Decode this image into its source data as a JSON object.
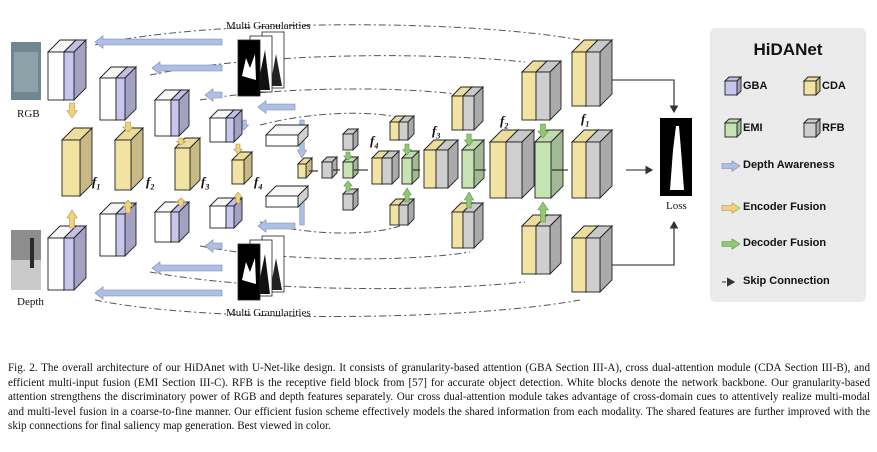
{
  "figure": {
    "mg_label_top": "Multi Granularities",
    "mg_label_bottom": "Multi Granularities",
    "rgb_label": "RGB",
    "depth_label": "Depth",
    "loss_label": "Loss",
    "f_labels": [
      {
        "base": "f",
        "sub": "1"
      },
      {
        "base": "f",
        "sub": "2"
      },
      {
        "base": "f",
        "sub": "3"
      },
      {
        "base": "f",
        "sub": "4"
      },
      {
        "base": "f",
        "sub": "4"
      },
      {
        "base": "f",
        "sub": "3"
      },
      {
        "base": "f",
        "sub": "2"
      },
      {
        "base": "f",
        "sub": "1"
      }
    ]
  },
  "legend": {
    "title": "HiDANet",
    "items": [
      {
        "label": "GBA",
        "kind": "block",
        "color": "#c8c6ee"
      },
      {
        "label": "CDA",
        "kind": "block",
        "color": "#f3e3a2"
      },
      {
        "label": "EMI",
        "kind": "block",
        "color": "#c5e3b3"
      },
      {
        "label": "RFB",
        "kind": "block",
        "color": "#cfcfcf"
      },
      {
        "label": "Depth Awareness",
        "kind": "arrow",
        "color": "#aebfe6"
      },
      {
        "label": "Encoder Fusion",
        "kind": "arrow",
        "color": "#f2d27a"
      },
      {
        "label": "Decoder Fusion",
        "kind": "arrow",
        "color": "#8fca6f"
      },
      {
        "label": "Skip Connection",
        "kind": "dash",
        "color": "#555555"
      }
    ]
  },
  "caption": "Fig. 2.  The overall architecture of our HiDAnet with U-Net-like design. It consists of granularity-based attention (GBA Section III-A), cross dual-attention module (CDA Section III-B), and efficient multi-input fusion (EMI Section III-C). RFB is the receptive field block from [57] for accurate object detection. White blocks denote the network backbone. Our granularity-based attention strengthens the discriminatory power of RGB and depth features separately. Our cross dual-attention module takes advantage of cross-domain cues to attentively realize multi-modal and multi-level fusion in a coarse-to-fine manner. Our efficient fusion scheme effectively models the shared information from each modality. The shared features are further improved with the skip connections for final saliency map generation. Best viewed in color."
}
